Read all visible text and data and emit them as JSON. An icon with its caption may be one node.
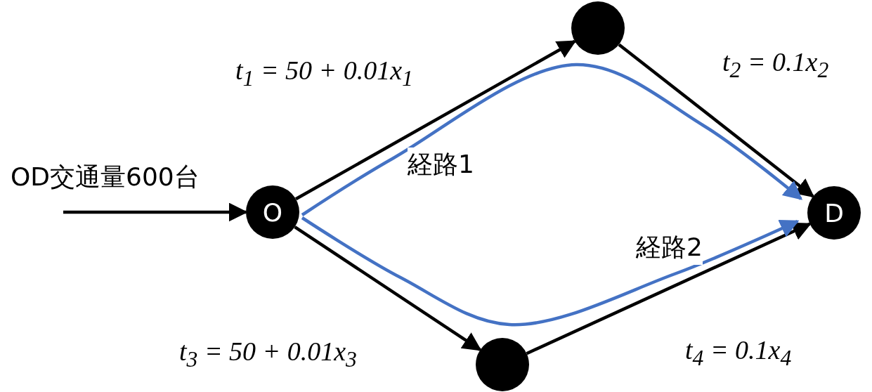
{
  "diagram": {
    "nodes": [
      {
        "text": [
          "O"
        ]
      },
      {
        "text": [],
        "shape": "circle"
      },
      {
        "text": [
          "D"
        ]
      },
      {
        "text": [],
        "shape": "circle"
      }
    ],
    "edges": [
      {
        "from": null,
        "to": 0,
        "arrow": "to",
        "label": "OD交通量600台"
      },
      {
        "from": 0,
        "to": 1,
        "arrow": "to",
        "label": "t$_{1}$ = 50 + 0.01x$_{1}$"
      },
      {
        "from": 1,
        "to": 2,
        "arrow": "to",
        "label": "t$_{2}$ = 0.1x$_{2}$"
      },
      {
        "from": 0,
        "to": 3,
        "arrow": "to",
        "label": "t$_{3}$ = 50 + 0.01x$_{3}$"
      },
      {
        "from": 3,
        "to": 2,
        "arrow": "to",
        "label": "t$_{4}$ = 0.1x$_{4}$"
      },
      {
        "from": 0,
        "to": 2,
        "arrow": "to",
        "label": "経路1",
        "color": "#4472c4"
      },
      {
        "from": 0,
        "to": 2,
        "arrow": "to",
        "label": "経路2",
        "color": "#4472c4"
      }
    ]
  }
}
